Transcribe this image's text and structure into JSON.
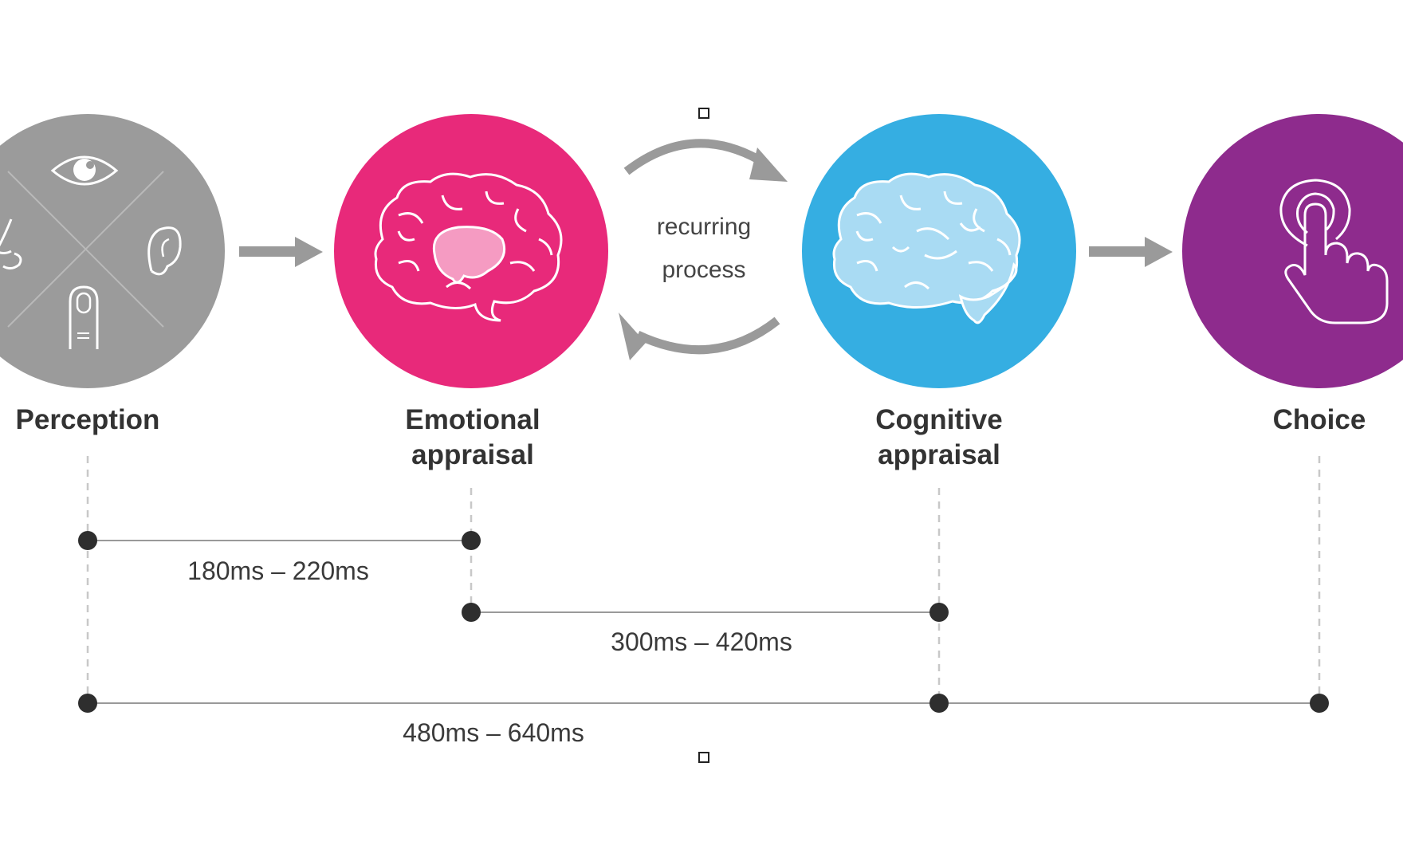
{
  "stages": [
    {
      "id": "perception",
      "label_lines": [
        "Perception"
      ],
      "color": "#9b9b9b",
      "icon": "senses-icon"
    },
    {
      "id": "emotional",
      "label_lines": [
        "Emotional",
        "appraisal"
      ],
      "color": "#e8297a",
      "icon": "brain-limbic-icon"
    },
    {
      "id": "cognitive",
      "label_lines": [
        "Cognitive",
        "appraisal"
      ],
      "color": "#35aee2",
      "icon": "brain-icon"
    },
    {
      "id": "choice",
      "label_lines": [
        "Choice"
      ],
      "color": "#8e2b8d",
      "icon": "finger-tap-icon"
    }
  ],
  "cycle": {
    "lines": [
      "recurring",
      "process"
    ]
  },
  "timings": [
    {
      "label": "180ms – 220ms",
      "from": "perception",
      "to": "emotional"
    },
    {
      "label": "300ms – 420ms",
      "from": "emotional",
      "to": "cognitive"
    },
    {
      "label": "480ms – 640ms",
      "from": "perception",
      "to": "choice",
      "via": "cognitive"
    }
  ],
  "colors": {
    "arrow": "#9a9a9a",
    "dot": "#2e2e2e",
    "line": "#9a9a9a",
    "dash": "#c8c8c8"
  }
}
